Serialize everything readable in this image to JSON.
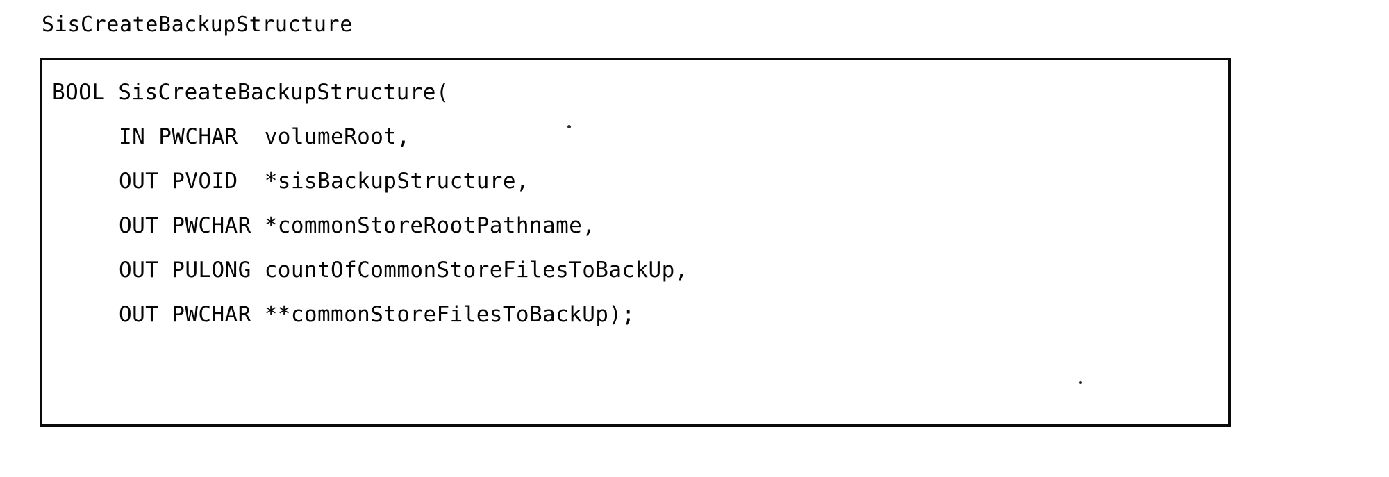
{
  "document": {
    "title": "SisCreateBackupStructure",
    "background_color": "#ffffff",
    "text_color": "#000000",
    "border_color": "#0a0a0a"
  },
  "code_block": {
    "language": "c",
    "lines": [
      {
        "text": "BOOL SisCreateBackupStructure(",
        "indent": false
      },
      {
        "text": "IN PWCHAR  volumeRoot,",
        "indent": true
      },
      {
        "text": "OUT PVOID  *sisBackupStructure,",
        "indent": true
      },
      {
        "text": "OUT PWCHAR *commonStoreRootPathname,",
        "indent": true
      },
      {
        "text": "OUT PULONG countOfCommonStoreFilesToBackUp,",
        "indent": true
      },
      {
        "text": "OUT PWCHAR **commonStoreFilesToBackUp);",
        "indent": true
      }
    ]
  },
  "artifacts": {
    "speck_one": "",
    "speck_two": ""
  }
}
